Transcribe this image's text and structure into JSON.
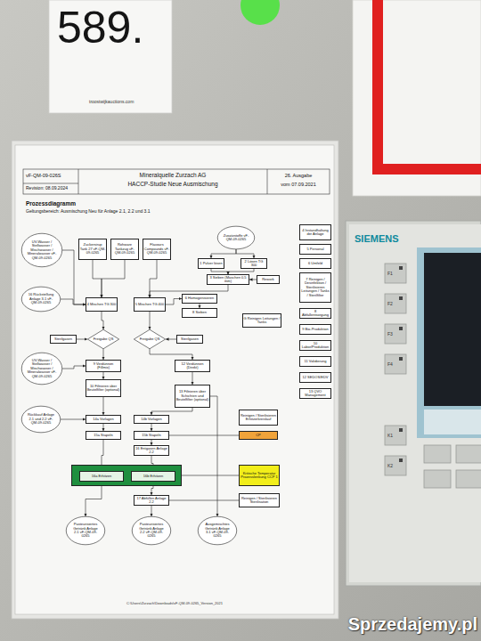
{
  "diagram": {
    "title": "Prozessdiagramm",
    "nodes": [
      {
        "text": [
          "UV-Wasser / Stellwasser / Mischwasser / Mineralwasser vF-QM-09-0265"
        ]
      },
      {
        "text": [
          "Zuckersirup Tank 27 vF-QM-09-0265"
        ]
      },
      {
        "text": [
          "Rohware Tankzug vF-QM-09-0265"
        ]
      },
      {
        "text": [
          "Flavours Compounds vF-QM-09-0265"
        ]
      },
      {
        "text": [
          "Zusatzstoffe vF-QM-09-0265"
        ]
      },
      {
        "text": [
          "1 Pulver lösen"
        ]
      },
      {
        "text": [
          "2 Lösen TG 300"
        ]
      },
      {
        "text": [
          "3 Sieben (Maschen 0,5 mm)"
        ]
      },
      {
        "text": [
          "Rework"
        ]
      },
      {
        "text": [
          "4 Instandhaltung der Anlage"
        ]
      },
      {
        "text": [
          "5 Personal"
        ]
      },
      {
        "text": [
          "6 Umfeld"
        ]
      },
      {
        "text": [
          "7 Reinigen / Desinfektion / Sterilisieren Leitungen / Tanks / Sterilfilter"
        ]
      },
      {
        "text": [
          "16 Rückstellung Anlage 3.1 vF-QM-09-0265"
        ]
      },
      {
        "text": [
          "4 Mischen TG 300"
        ]
      },
      {
        "text": [
          "5 Mischen TG 400"
        ]
      },
      {
        "text": [
          "6 Homogenisieren"
        ]
      },
      {
        "text": [
          "8 Sieben"
        ]
      },
      {
        "text": [
          "8 Abfallentsorgung"
        ]
      },
      {
        "text": [
          "G Reinigen Leitungen / Tanks"
        ]
      },
      {
        "text": [
          "9 Bio-Produktion"
        ]
      },
      {
        "text": [
          "Sterilgasen"
        ]
      },
      {
        "text": [
          "Freigabe QS"
        ]
      },
      {
        "text": [
          "Freigabe QS"
        ]
      },
      {
        "text": [
          "Sterilgasen"
        ]
      },
      {
        "text": [
          "10 Labor/Produktion"
        ]
      },
      {
        "text": [
          "UV-Wasser / Stellwasser / Mischwasser / Mineralwasser vF-QM-09-0265"
        ]
      },
      {
        "text": [
          "9 Verdünnen (Fillmix)"
        ]
      },
      {
        "text": [
          "11 Validierung"
        ]
      },
      {
        "text": [
          "10 Filtrieren über Beutelfilter (optional)"
        ]
      },
      {
        "text": [
          "12 Verdünnen (Direkt)"
        ]
      },
      {
        "text": [
          "12 SEDOS/EDV"
        ]
      },
      {
        "text": [
          "13 QVO Management"
        ]
      },
      {
        "text": [
          "13 Filtrieren über Schichten und Beutelfilter (optional)"
        ]
      },
      {
        "text": [
          "Rückkauf Anlage 2.1 und 2.2 vF-QM-09-0265"
        ]
      },
      {
        "text": [
          "14a Vorlagen"
        ]
      },
      {
        "text": [
          "14b Vorlagen"
        ]
      },
      {
        "text": [
          "Reinigen / Sterilisieren Erhitzerkreislauf"
        ]
      },
      {
        "text": [
          "15a Stapeln"
        ]
      },
      {
        "text": [
          "15b Stapeln"
        ]
      },
      {
        "text": [
          "CP"
        ]
      },
      {
        "text": [
          "16 Entgasen Anlage 2.2"
        ]
      },
      {
        "text": []
      },
      {
        "text": [
          "16a Erhitzen"
        ],
        "in": 42
      },
      {
        "text": [
          "16b Erhitzen"
        ],
        "in": 42
      },
      {
        "text": [
          "Kritische Temperatur Prozesslenkung CCP 1"
        ]
      },
      {
        "text": [
          "17 Abfüllen Anlage 2.2"
        ]
      },
      {
        "text": [
          "Reinigen / Sterilisieren Sterilisation"
        ]
      },
      {
        "text": [
          "Pasteurisiertes Getränk Anlage 2.1 vF-QM-09-0265"
        ]
      },
      {
        "text": [
          "Pasteurisiertes Getränk Anlage 2.2 vF-QM-09-0265"
        ]
      },
      {
        "text": [
          "Ausgemischtes Getränk Anlage 3.1 vF-QM-09-0265"
        ]
      }
    ],
    "edges": [
      {
        "from": 0,
        "to": 14,
        "arrow": "to"
      },
      {
        "from": 1,
        "to": 14,
        "arrow": "to"
      },
      {
        "from": 2,
        "to": 14,
        "arrow": "to"
      },
      {
        "from": 3,
        "to": 15,
        "arrow": "to"
      },
      {
        "from": 4,
        "to": 5,
        "arrow": "to"
      },
      {
        "from": 4,
        "to": 6,
        "arrow": "to"
      },
      {
        "from": 5,
        "to": 7,
        "arrow": "to"
      },
      {
        "from": 6,
        "to": 7,
        "arrow": "to"
      },
      {
        "from": 7,
        "to": 15,
        "arrow": "to"
      },
      {
        "from": 8,
        "to": 7,
        "arrow": "to"
      },
      {
        "from": 13,
        "to": 14,
        "arrow": "to"
      },
      {
        "from": 14,
        "to": 22,
        "arrow": "to"
      },
      {
        "from": 15,
        "to": 23,
        "arrow": "to"
      },
      {
        "from": 15,
        "to": 16,
        "arrow": "to"
      },
      {
        "from": 16,
        "to": 17,
        "arrow": "to"
      },
      {
        "from": 21,
        "to": 22,
        "arrow": "to"
      },
      {
        "from": 24,
        "to": 23,
        "arrow": "to"
      },
      {
        "from": 22,
        "to": 27,
        "arrow": "to"
      },
      {
        "from": 23,
        "to": 30,
        "arrow": "to"
      },
      {
        "from": 26,
        "to": 27,
        "arrow": "to"
      },
      {
        "from": 27,
        "to": 29,
        "arrow": "to"
      },
      {
        "from": 29,
        "to": 35,
        "arrow": "to"
      },
      {
        "from": 30,
        "to": 33,
        "arrow": "to"
      },
      {
        "from": 34,
        "to": 35,
        "arrow": "to"
      },
      {
        "from": 35,
        "to": 38,
        "arrow": "to"
      },
      {
        "from": 33,
        "to": 36,
        "arrow": "to"
      },
      {
        "from": 36,
        "to": 39,
        "arrow": "to"
      },
      {
        "from": 39,
        "to": 41,
        "arrow": "to"
      },
      {
        "from": 38,
        "to": 43,
        "arrow": "to"
      },
      {
        "from": 41,
        "to": 44,
        "arrow": "to"
      },
      {
        "from": 43,
        "to": 48,
        "arrow": "to"
      },
      {
        "from": 44,
        "to": 46,
        "arrow": "to"
      },
      {
        "from": 46,
        "to": 49,
        "arrow": "to"
      },
      {
        "from": 33,
        "to": 50,
        "arrow": "to"
      },
      {
        "from": 39,
        "to": 40,
        "arrow": "none"
      },
      {
        "from": 45,
        "to": 42,
        "arrow": "none"
      },
      {
        "from": 47,
        "to": 46,
        "arrow": "none"
      }
    ],
    "labels": [
      "589.",
      "troostwijkauctions.com",
      "vF-QM-09-026S",
      "Revision: 08.09.2024",
      "Mineralquelle Zurzach AG",
      "HACCP-Studie Neue Ausmischung",
      "26. Ausgabe",
      "vom 07.09.2021",
      "Geltungsbereich: Ausmischung Neu für Anlage 2.1, 2.2 und 3.1",
      "C:\\Users\\Zurzach\\Downloads\\vF-QM-09-0265_Version_2021",
      "SIEMENS",
      "F1",
      "F2",
      "F3",
      "F4",
      "K1",
      "K2",
      "Sprzedajemy.pl"
    ]
  }
}
